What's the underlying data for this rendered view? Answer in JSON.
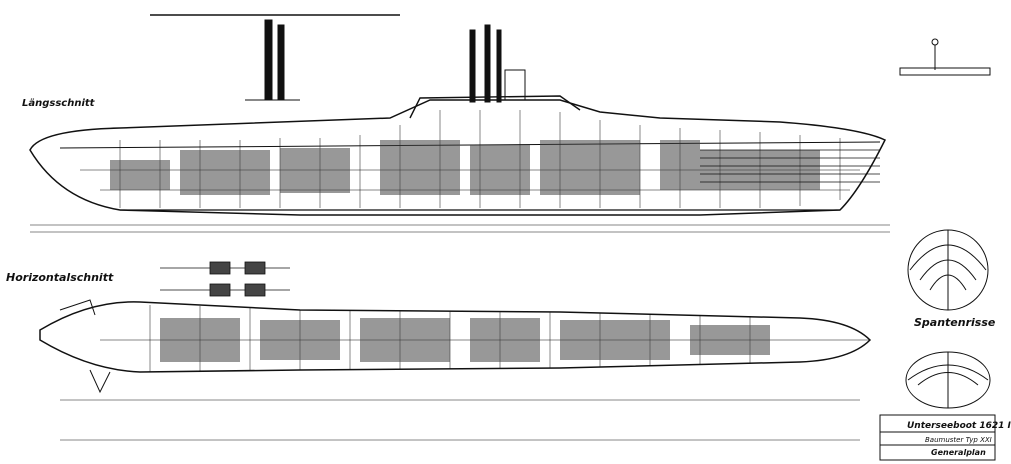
{
  "drawing": {
    "section_longitudinal": "Längsschnitt",
    "section_horizontal": "Horizontalschnitt",
    "section_frames": "Spantenrisse",
    "title_block": {
      "boat": "Unterseeboot 1621 I",
      "type": "Baumuster Typ XXI",
      "plan": "Generalplan"
    }
  },
  "colors": {
    "ink": "#111111",
    "paper": "#ffffff"
  }
}
